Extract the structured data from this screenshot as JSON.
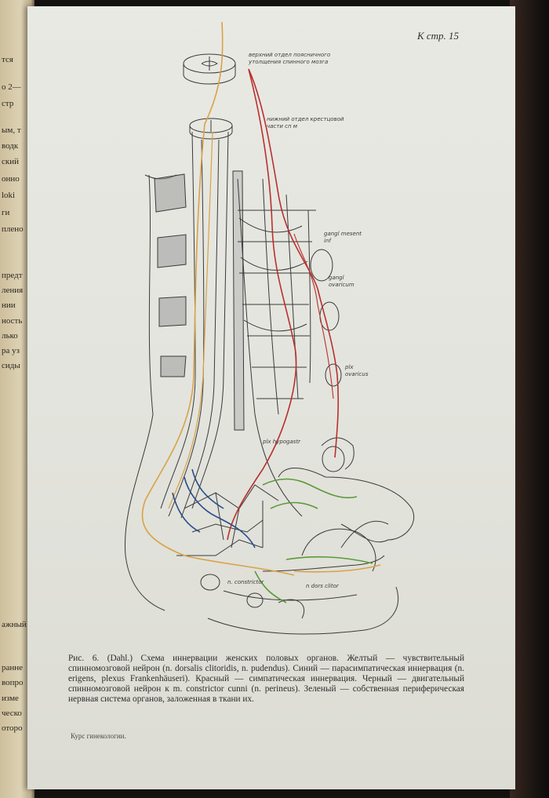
{
  "page_ref": "К стр. 15",
  "figure_labels": {
    "top": "верхний отдел поясничного\nутолщения спинного мозга",
    "second": "нижний отдел крестцовой\nчасти сп м",
    "ggl_mes": "gangl mesent\ninf",
    "ggl_ov": "gangl\novaricum",
    "plx_ov": "plx\novaricus",
    "plx_hyp": "plx hypogastr",
    "n_constr": "n. constrictor",
    "n_dors": "n dors clitor"
  },
  "caption": "Рис. 6. (Dahl.) Схема иннервации женских половых органов. Желтый — чувствительный спинномозговой нейрон (n. dorsalis clitoridis, n. pudendus). Синий — парасимпатическая иннервация (n. erigens, plexus Frankenhäuseri). Красный — симпатическая иннервация. Черный — двигательный спинномозговой нейрон к m. constrictor cunni (n. perineus). Зеленый — собственная периферическая нервная система органов, заложенная в ткани их.",
  "footer": "Курс гинекологии.",
  "left_page_fragments": [
    "тся",
    "о 2—",
    "стр",
    "ым, т",
    "водк",
    "ский",
    "онно",
    "loki",
    "ги",
    "плено",
    "предт",
    "ления",
    "нии",
    "ность",
    "лько",
    "ра уз",
    "сиды",
    "ажный",
    "ранне",
    "вопро",
    "изме",
    "ческо",
    "оторо"
  ],
  "colors": {
    "yellow": "#d9a248",
    "red": "#b8302e",
    "blue": "#2a4c8a",
    "green": "#5a9a3a",
    "ink": "#3a3a3a"
  }
}
